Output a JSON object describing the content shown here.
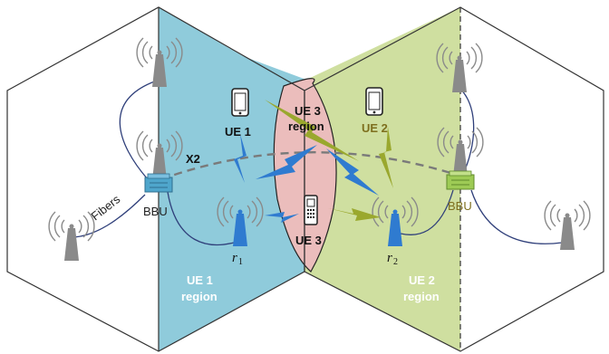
{
  "colors": {
    "ue1_region": "#8fcbdb",
    "ue2_region": "#cfdfa0",
    "ue3_region": "#ebbdbc",
    "ue1_text": "#ffffff",
    "ue2_text": "#7e6f1e",
    "ue2_region_text": "#ffffff",
    "bbu_left": "#4fa6cc",
    "bbu_right": "#9ecb55",
    "radio_blue": "#2f7bd0",
    "fiber": "#2f3f7a",
    "x2_dash": "#7a7a7a"
  },
  "labels": {
    "x2": "X2",
    "fibers": "Fibers",
    "bbu_left": "BBU",
    "bbu_right": "BBU",
    "ue1": "UE 1",
    "ue2": "UE 2",
    "ue3": "UE 3",
    "ue3_region_line1": "UE 3",
    "ue3_region_line2": "region",
    "ue1_region_line1": "UE 1",
    "ue1_region_line2": "region",
    "ue2_region_line1": "UE 2",
    "ue2_region_line2": "region",
    "r1_main": "r",
    "r1_sub": "1",
    "r2_main": "r",
    "r2_sub": "2"
  },
  "icons": [
    "antenna-tower-icon",
    "bbu-rack-icon",
    "smartphone-icon",
    "feature-phone-icon",
    "wireless-link-icon"
  ]
}
